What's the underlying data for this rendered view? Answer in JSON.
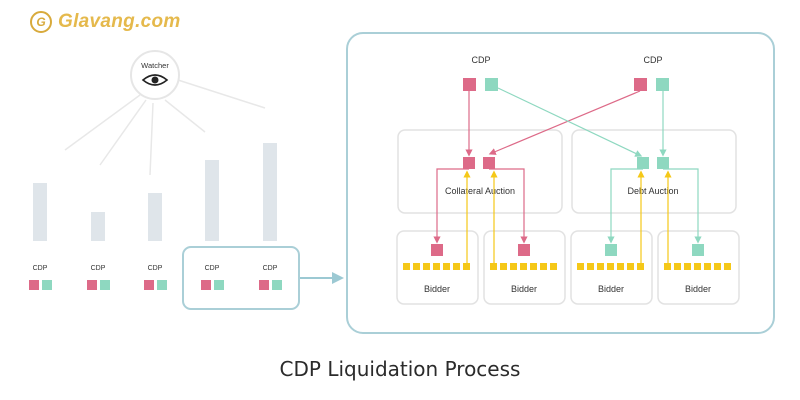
{
  "brand": {
    "logo_text": "Glavang.com",
    "logo_glyph": "G"
  },
  "watcher": {
    "label": "Watcher",
    "icon": "eye-icon"
  },
  "cdps_left": [
    "CDP",
    "CDP",
    "CDP",
    "CDP",
    "CDP"
  ],
  "panel": {
    "cdps": [
      "CDP",
      "CDP"
    ],
    "auctions": [
      "Collateral Auction",
      "Debt Auction"
    ],
    "bidders": [
      "Bidder",
      "Bidder",
      "Bidder",
      "Bidder"
    ]
  },
  "caption": "CDP Liquidation Process",
  "colors": {
    "collateral": "#dd6a88",
    "debt": "#8ed8c0",
    "bid_token": "#f5c818",
    "column": "#dfe5ea",
    "panel_border": "#aacfd7",
    "box_border": "#e2e2e2",
    "rays": "#e8e8e8"
  }
}
